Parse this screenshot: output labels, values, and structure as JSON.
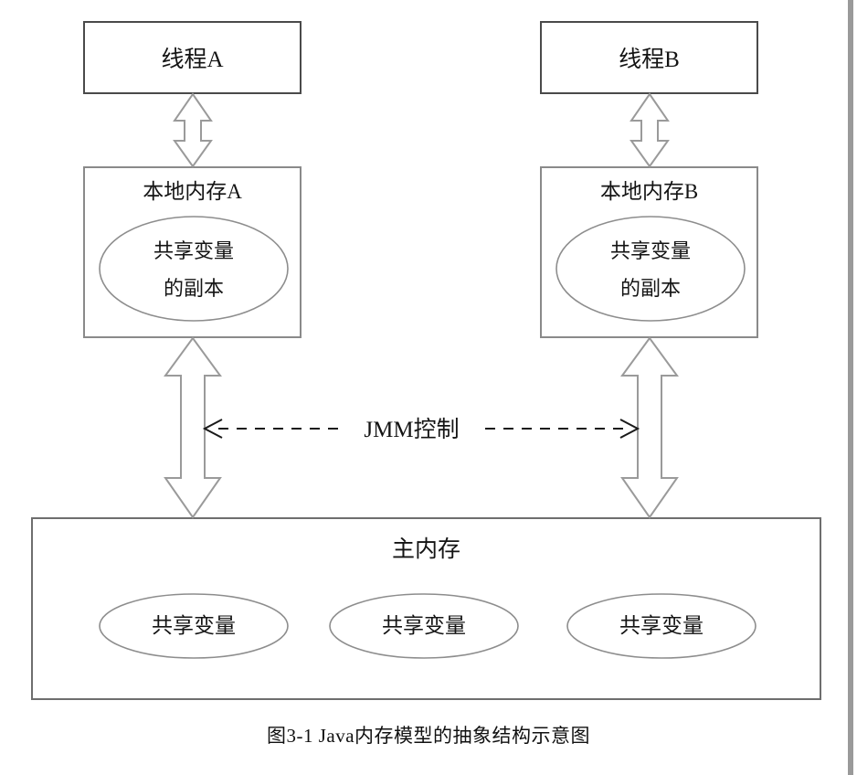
{
  "figure": {
    "caption": "图3-1  Java内存模型的抽象结构示意图",
    "colors": {
      "box_stroke": "#7a7a7a",
      "box_stroke_dark": "#4a4a4a",
      "ellipse_stroke": "#8d8d8d",
      "arrow_stroke": "#9a9a9a",
      "dashed_stroke": "#1a1a1a",
      "text": "#141414",
      "background": "#ffffff",
      "page_edge": "#9a9a9a"
    }
  },
  "threads": [
    {
      "label": "线程A"
    },
    {
      "label": "线程B"
    }
  ],
  "local_memories": [
    {
      "title": "本地内存A",
      "copy_line1": "共享变量",
      "copy_line2": "的副本"
    },
    {
      "title": "本地内存B",
      "copy_line1": "共享变量",
      "copy_line2": "的副本"
    }
  ],
  "jmm": {
    "label": "JMM控制"
  },
  "main_memory": {
    "title": "主内存",
    "variables": [
      {
        "label": "共享变量"
      },
      {
        "label": "共享变量"
      },
      {
        "label": "共享变量"
      }
    ]
  }
}
